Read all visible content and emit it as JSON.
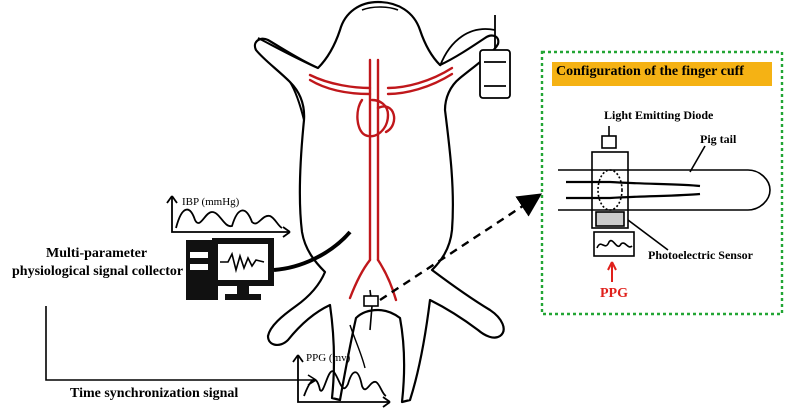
{
  "labels": {
    "collector_line1": "Multi-parameter",
    "collector_line2": "physiological signal collector",
    "ibp": "IBP (mmHg)",
    "ppg_axis": "PPG (mv)",
    "time_sync": "Time synchronization signal",
    "cuff_title": "Configuration of the finger cuff",
    "led": "Light Emitting  Diode",
    "pig_tail": "Pig tail",
    "sensor": "Photoelectric Sensor",
    "ppg": "PPG"
  },
  "colors": {
    "vessels": "#c0171b",
    "title_bg": "#f5b214",
    "border": "#22a534",
    "ppg_text": "#e0201b",
    "stroke": "#000000"
  },
  "icons": {
    "animal": "pig-outline-icon",
    "computer": "computer-monitor-icon",
    "infusion": "infusion-bag-icon",
    "finger_cuff": "finger-cuff-icon"
  }
}
